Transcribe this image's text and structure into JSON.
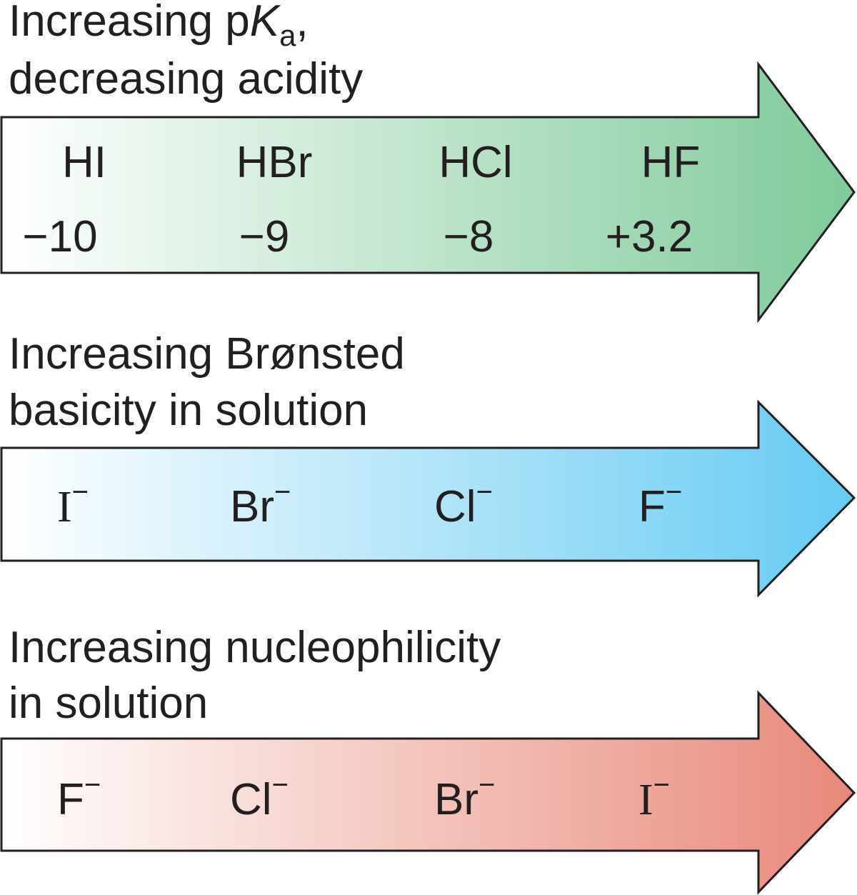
{
  "panels": [
    {
      "title_lines": [
        "Increasing pKa,",
        "decreasing acidity"
      ],
      "title_parts": {
        "pre": "Increasing p",
        "italic": "K",
        "sub": "a",
        "post": ","
      },
      "colors": {
        "start": "#ffffff",
        "end": "#7fca9a"
      },
      "items": [
        {
          "name": "HI",
          "pka": "−10"
        },
        {
          "name": "HBr",
          "pka": "−9"
        },
        {
          "name": "HCl",
          "pka": "−8"
        },
        {
          "name": "HF",
          "pka": "+3.2"
        }
      ]
    },
    {
      "title_lines": [
        "Increasing Brønsted",
        "basicity in solution"
      ],
      "colors": {
        "start": "#ffffff",
        "end": "#66cbf3"
      },
      "items": [
        {
          "symbol": "I",
          "charge": "−"
        },
        {
          "symbol": "Br",
          "charge": "−"
        },
        {
          "symbol": "Cl",
          "charge": "−"
        },
        {
          "symbol": "F",
          "charge": "−"
        }
      ]
    },
    {
      "title_lines": [
        "Increasing nucleophilicity",
        "in solution"
      ],
      "colors": {
        "start": "#ffffff",
        "end": "#e8897a"
      },
      "items": [
        {
          "symbol": "F",
          "charge": "−"
        },
        {
          "symbol": "Cl",
          "charge": "−"
        },
        {
          "symbol": "Br",
          "charge": "−"
        },
        {
          "symbol": "I",
          "charge": "−"
        }
      ]
    }
  ]
}
